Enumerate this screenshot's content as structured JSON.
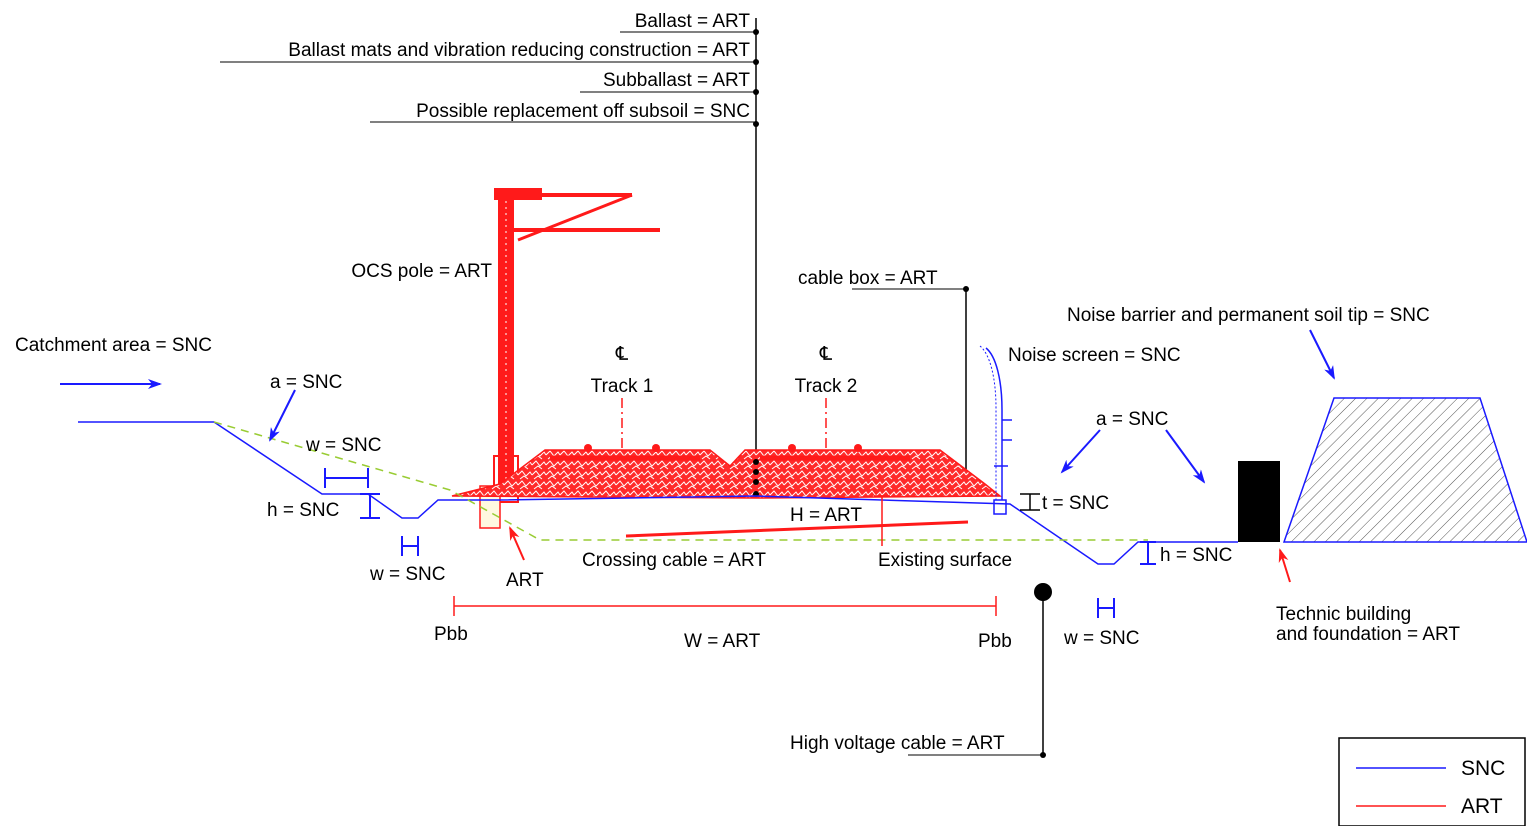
{
  "top_labels": {
    "ballast": "Ballast = ART",
    "ballast_mats": "Ballast mats and vibration reducing construction = ART",
    "subballast": "Subballast = ART",
    "subsoil": "Possible replacement off subsoil = SNC"
  },
  "ocs_pole": "OCS pole = ART",
  "cable_box": "cable box = ART",
  "track1": {
    "symbol": "℄",
    "label": "Track 1"
  },
  "track2": {
    "symbol": "℄",
    "label": "Track 2"
  },
  "catchment": "Catchment area = SNC",
  "left": {
    "a": "a = SNC",
    "w_top": "w = SNC",
    "h": "h = SNC",
    "w_bottom": "w = SNC",
    "art": "ART"
  },
  "center": {
    "H": "H = ART",
    "crossing_cable": "Crossing cable = ART",
    "existing_surface": "Existing surface"
  },
  "width": {
    "pbb_left": "Pbb",
    "pbb_right": "Pbb",
    "W": "W = ART"
  },
  "hv_cable": "High voltage cable = ART",
  "right": {
    "noise_screen": "Noise screen = SNC",
    "noise_barrier": "Noise barrier and permanent soil tip = SNC",
    "a": "a = SNC",
    "t": "t = SNC",
    "h": "h = SNC",
    "w": "w = SNC",
    "technic_line1": "Technic building",
    "technic_line2": "and foundation = ART"
  },
  "legend": [
    {
      "label": "SNC",
      "color": "#1a1aff"
    },
    {
      "label": "ART",
      "color": "#ff1a1a"
    }
  ],
  "colors": {
    "snc": "#1a1aff",
    "art": "#ff1a1a",
    "existing": "#99cc33"
  }
}
